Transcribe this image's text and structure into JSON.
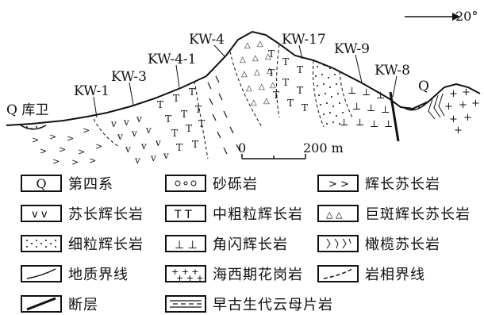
{
  "section": {
    "north_arrow": "20°",
    "scale_zero": "0",
    "scale_label": "200 m",
    "labels": {
      "q_left": "Q 库卫",
      "kw1": "KW-1",
      "kw3": "KW-3",
      "kw41": "KW-4-1",
      "kw4": "KW-4",
      "kw17": "KW-17",
      "kw9": "KW-9",
      "kw8": "KW-8",
      "q_right": "Q"
    }
  },
  "legend": {
    "items": [
      {
        "symbol": "Q",
        "label": "第四系"
      },
      {
        "symbol": "gravel",
        "label": "砂砾岩"
      },
      {
        "symbol": "chevrons",
        "label": "辉长苏长岩"
      },
      {
        "symbol": "v-marks",
        "label": "苏长辉长岩"
      },
      {
        "symbol": "t-marks",
        "label": "中粗粒辉长岩"
      },
      {
        "symbol": "triangles",
        "label": "巨斑辉长苏长岩"
      },
      {
        "symbol": "dots",
        "label": "细粒辉长岩"
      },
      {
        "symbol": "inverted-t",
        "label": "角闪辉长岩"
      },
      {
        "symbol": "olivine",
        "label": "橄榄苏长岩"
      },
      {
        "symbol": "solid-line",
        "label": "地质界线"
      },
      {
        "symbol": "plus-marks",
        "label": "海西期花岗岩"
      },
      {
        "symbol": "dashed-line",
        "label": "岩相界线"
      },
      {
        "symbol": "thick-line",
        "label": "断层"
      },
      {
        "symbol": "schist-dashes",
        "label": "早古生代云母片岩"
      }
    ]
  }
}
